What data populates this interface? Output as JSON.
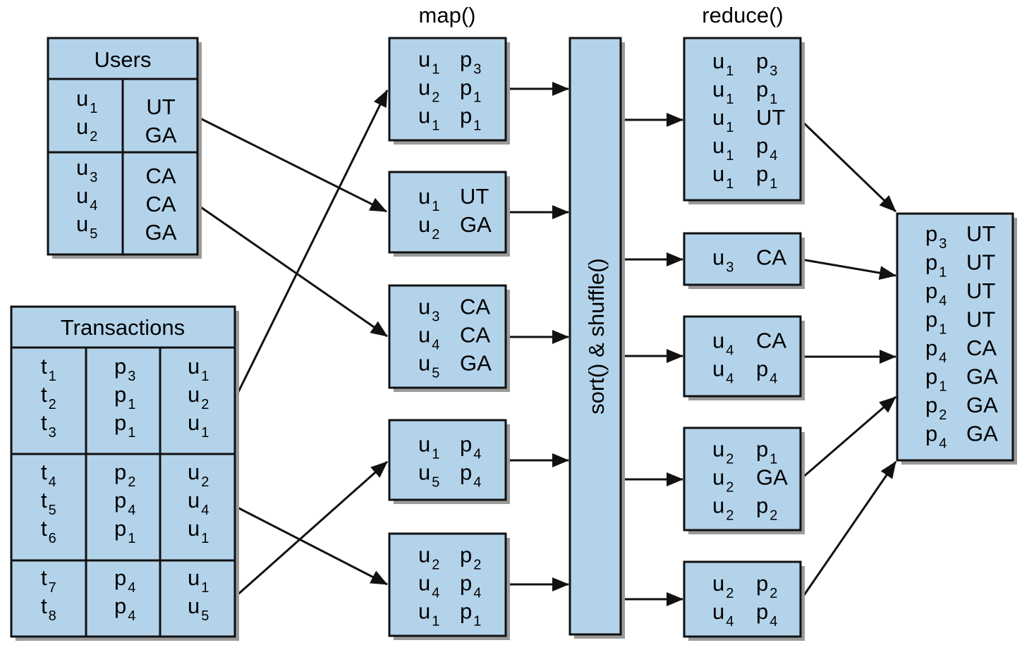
{
  "headers": {
    "map": "map()",
    "reduce": "reduce()"
  },
  "users": {
    "title": "Users",
    "groups": [
      {
        "ids": [
          [
            "u",
            "1"
          ],
          [
            "u",
            "2"
          ]
        ],
        "states": [
          "UT",
          "GA"
        ]
      },
      {
        "ids": [
          [
            "u",
            "3"
          ],
          [
            "u",
            "4"
          ],
          [
            "u",
            "5"
          ]
        ],
        "states": [
          "CA",
          "CA",
          "GA"
        ]
      }
    ]
  },
  "transactions": {
    "title": "Transactions",
    "groups": [
      {
        "t": [
          [
            "t",
            "1"
          ],
          [
            "t",
            "2"
          ],
          [
            "t",
            "3"
          ]
        ],
        "p": [
          [
            "p",
            "3"
          ],
          [
            "p",
            "1"
          ],
          [
            "p",
            "1"
          ]
        ],
        "u": [
          [
            "u",
            "1"
          ],
          [
            "u",
            "2"
          ],
          [
            "u",
            "1"
          ]
        ]
      },
      {
        "t": [
          [
            "t",
            "4"
          ],
          [
            "t",
            "5"
          ],
          [
            "t",
            "6"
          ]
        ],
        "p": [
          [
            "p",
            "2"
          ],
          [
            "p",
            "4"
          ],
          [
            "p",
            "1"
          ]
        ],
        "u": [
          [
            "u",
            "2"
          ],
          [
            "u",
            "4"
          ],
          [
            "u",
            "1"
          ]
        ]
      },
      {
        "t": [
          [
            "t",
            "7"
          ],
          [
            "t",
            "8"
          ]
        ],
        "p": [
          [
            "p",
            "4"
          ],
          [
            "p",
            "4"
          ]
        ],
        "u": [
          [
            "u",
            "1"
          ],
          [
            "u",
            "5"
          ]
        ]
      }
    ]
  },
  "map_outputs": [
    {
      "rows": [
        [
          [
            "u",
            "1"
          ],
          [
            "p",
            "3"
          ]
        ],
        [
          [
            "u",
            "2"
          ],
          [
            "p",
            "1"
          ]
        ],
        [
          [
            "u",
            "1"
          ],
          [
            "p",
            "1"
          ]
        ]
      ]
    },
    {
      "rows": [
        [
          [
            "u",
            "1"
          ],
          [
            "UT",
            ""
          ]
        ],
        [
          [
            "u",
            "2"
          ],
          [
            "GA",
            ""
          ]
        ]
      ]
    },
    {
      "rows": [
        [
          [
            "u",
            "3"
          ],
          [
            "CA",
            ""
          ]
        ],
        [
          [
            "u",
            "4"
          ],
          [
            "CA",
            ""
          ]
        ],
        [
          [
            "u",
            "5"
          ],
          [
            "GA",
            ""
          ]
        ]
      ]
    },
    {
      "rows": [
        [
          [
            "u",
            "1"
          ],
          [
            "p",
            "4"
          ]
        ],
        [
          [
            "u",
            "5"
          ],
          [
            "p",
            "4"
          ]
        ]
      ]
    },
    {
      "rows": [
        [
          [
            "u",
            "2"
          ],
          [
            "p",
            "2"
          ]
        ],
        [
          [
            "u",
            "4"
          ],
          [
            "p",
            "4"
          ]
        ],
        [
          [
            "u",
            "1"
          ],
          [
            "p",
            "1"
          ]
        ]
      ]
    }
  ],
  "shuffle": {
    "label": "sort() & shuffle()"
  },
  "reduce_inputs": [
    {
      "rows": [
        [
          [
            "u",
            "1"
          ],
          [
            "p",
            "3"
          ]
        ],
        [
          [
            "u",
            "1"
          ],
          [
            "p",
            "1"
          ]
        ],
        [
          [
            "u",
            "1"
          ],
          [
            "UT",
            ""
          ]
        ],
        [
          [
            "u",
            "1"
          ],
          [
            "p",
            "4"
          ]
        ],
        [
          [
            "u",
            "1"
          ],
          [
            "p",
            "1"
          ]
        ]
      ]
    },
    {
      "rows": [
        [
          [
            "u",
            "3"
          ],
          [
            "CA",
            ""
          ]
        ]
      ]
    },
    {
      "rows": [
        [
          [
            "u",
            "4"
          ],
          [
            "CA",
            ""
          ]
        ],
        [
          [
            "u",
            "4"
          ],
          [
            "p",
            "4"
          ]
        ]
      ]
    },
    {
      "rows": [
        [
          [
            "u",
            "2"
          ],
          [
            "p",
            "1"
          ]
        ],
        [
          [
            "u",
            "2"
          ],
          [
            "GA",
            ""
          ]
        ],
        [
          [
            "u",
            "2"
          ],
          [
            "p",
            "2"
          ]
        ]
      ]
    },
    {
      "rows": [
        [
          [
            "u",
            "2"
          ],
          [
            "p",
            "2"
          ]
        ],
        [
          [
            "u",
            "4"
          ],
          [
            "p",
            "4"
          ]
        ]
      ]
    }
  ],
  "result": {
    "rows": [
      [
        [
          "p",
          "3"
        ],
        [
          "UT",
          ""
        ]
      ],
      [
        [
          "p",
          "1"
        ],
        [
          "UT",
          ""
        ]
      ],
      [
        [
          "p",
          "4"
        ],
        [
          "UT",
          ""
        ]
      ],
      [
        [
          "p",
          "1"
        ],
        [
          "UT",
          ""
        ]
      ],
      [
        [
          "p",
          "4"
        ],
        [
          "CA",
          ""
        ]
      ],
      [
        [
          "p",
          "1"
        ],
        [
          "GA",
          ""
        ]
      ],
      [
        [
          "p",
          "2"
        ],
        [
          "GA",
          ""
        ]
      ],
      [
        [
          "p",
          "4"
        ],
        [
          "GA",
          ""
        ]
      ]
    ]
  },
  "colors": {
    "fill": "#b3d3ea",
    "stroke": "#111111",
    "shadow": "#9a9a9a"
  }
}
